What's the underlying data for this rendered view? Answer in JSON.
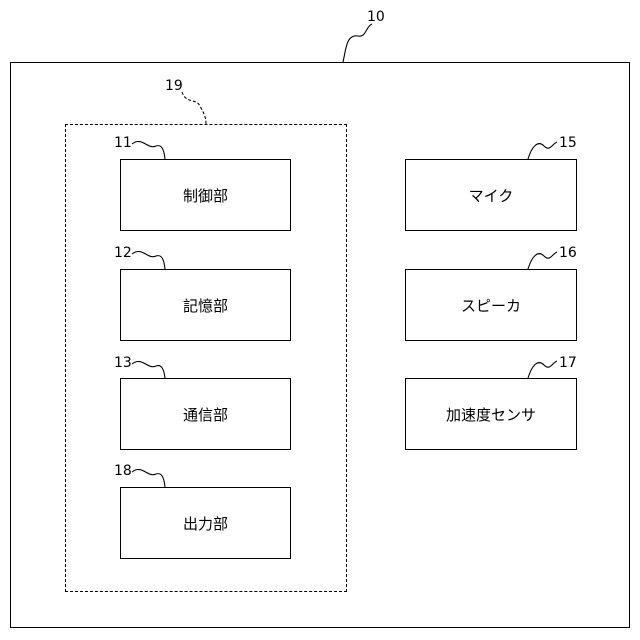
{
  "device": {
    "ref": "10"
  },
  "group": {
    "ref": "19"
  },
  "left_blocks": [
    {
      "ref": "11",
      "label": "制御部"
    },
    {
      "ref": "12",
      "label": "記憶部"
    },
    {
      "ref": "13",
      "label": "通信部"
    },
    {
      "ref": "18",
      "label": "出力部"
    }
  ],
  "right_blocks": [
    {
      "ref": "15",
      "label": "マイク"
    },
    {
      "ref": "16",
      "label": "スピーカ"
    },
    {
      "ref": "17",
      "label": "加速度センサ"
    }
  ]
}
